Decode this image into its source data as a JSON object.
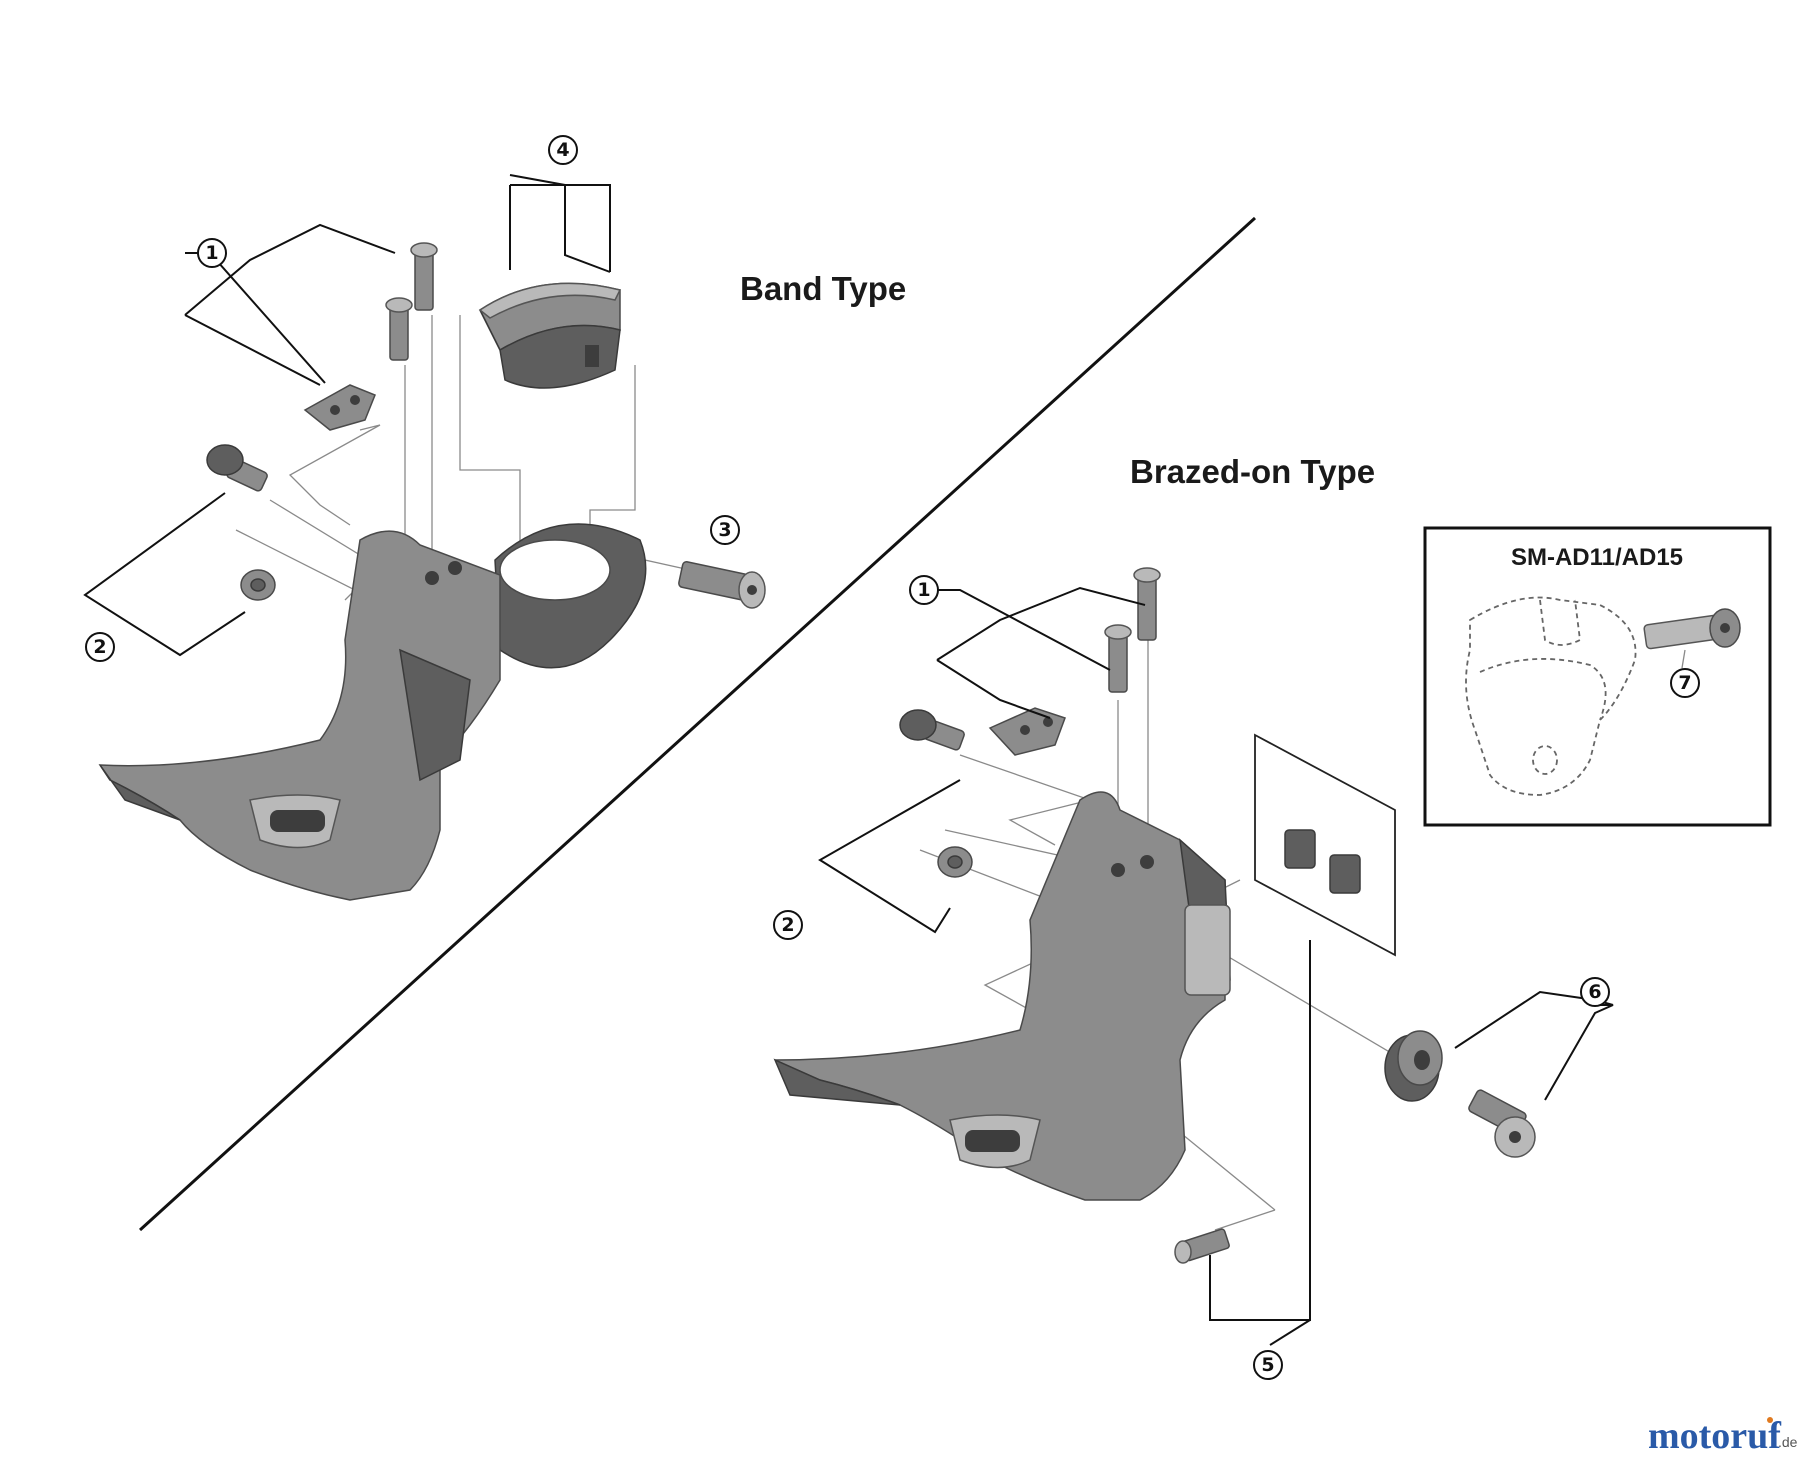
{
  "labels": {
    "band_type": "Band Type",
    "brazed_on_type": "Brazed-on Type",
    "adapter_box": "SM-AD11/AD15"
  },
  "callouts": {
    "band_1": "1",
    "band_2": "2",
    "band_3": "3",
    "band_4": "4",
    "brazed_1": "1",
    "brazed_2": "2",
    "brazed_5": "5",
    "brazed_6": "6",
    "adapter_7": "7"
  },
  "watermark": {
    "brand": "motoruf",
    "tld": ".de"
  },
  "colors": {
    "part_metal": "#8c8c8c",
    "part_shadow": "#5e5e5e",
    "logo_blue": "#2a5aa8",
    "logo_orange": "#e07a1f"
  }
}
